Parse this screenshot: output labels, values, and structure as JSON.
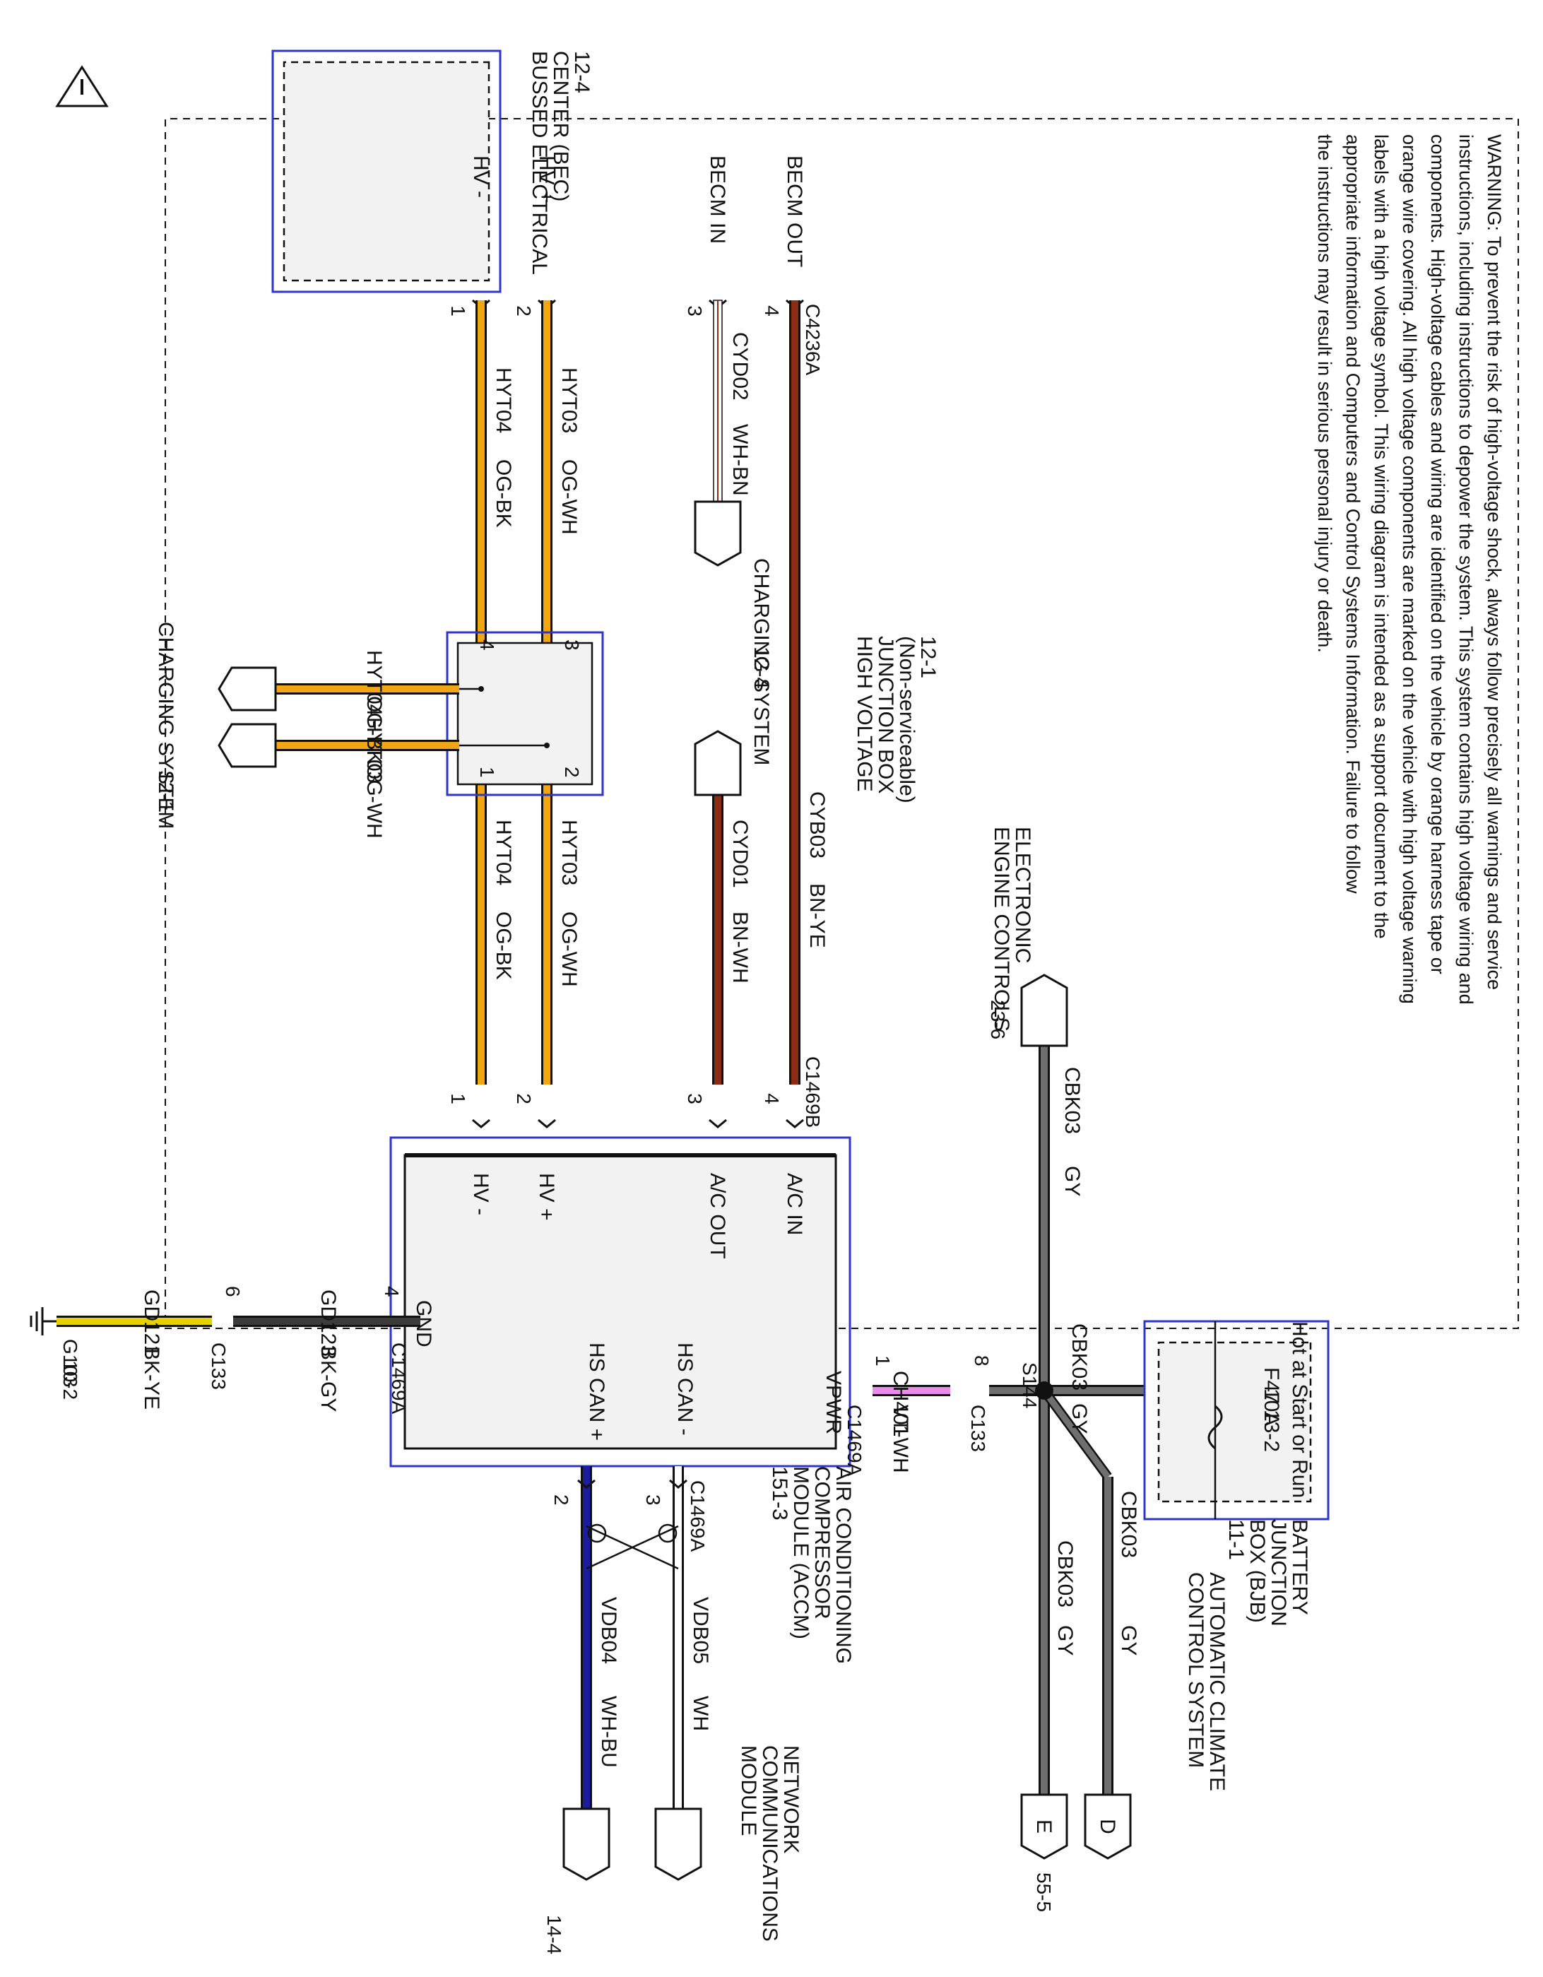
{
  "diagram": {
    "warning_lines": [
      "WARNING: To prevent the risk of high-voltage shock, always follow precisely all warnings and service",
      "instructions, including instructions to depower the system. This system contains high voltage wiring and",
      "components. High-voltage cables and wiring are identified on the vehicle by orange harness tape or",
      "orange wire covering. All high voltage components are marked on the vehicle with high voltage warning",
      "labels with a high voltage symbol. This wiring diagram is intended as a support document to the",
      "appropriate information and Computers and Control  Systems Information.  Failure to follow",
      "the instructions may result in serious personal injury or death."
    ],
    "warning_icon": "warning-triangle-icon",
    "components": {
      "bec": {
        "name_lines": [
          "BUSSED ELECTRICAL",
          "CENTER (BEC)",
          "12-4"
        ],
        "pins": [
          "BECM OUT",
          "BECM IN",
          "HV +",
          "HV -"
        ]
      },
      "hvjb": {
        "name_lines": [
          "HIGH VOLTAGE",
          "JUNCTION BOX",
          "(Non-serviceable)",
          "12-1"
        ],
        "pins": [
          "3",
          "4",
          "2",
          "1"
        ]
      },
      "accm": {
        "name_lines": [
          "AIR CONDITIONING",
          "COMPRESSOR",
          "MODULE (ACCM)",
          "151-3"
        ],
        "pins": [
          "A/C IN",
          "A/C OUT",
          "HV +",
          "HV -",
          "GND",
          "HS CAN -",
          "HS CAN +",
          "VPWR"
        ]
      },
      "bjb": {
        "name_lines": [
          "BATTERY",
          "JUNCTION",
          "BOX (BJB)",
          "11-1"
        ],
        "hot_label": "Hot at Start or Run",
        "fuse_lines": [
          "F47",
          "10A",
          "13-2"
        ]
      }
    },
    "connectors": {
      "c4236a": "C4236A",
      "c1469b": "C1469B",
      "c1469a_gnd": "C1469A",
      "c1469a_vpwr": "C1469A",
      "c1469a_can": "C1469A",
      "c133_gnd": "C133",
      "c133_vpwr": "C133",
      "s144": "S144",
      "g103_lines": [
        "G103",
        "10-2"
      ]
    },
    "pin_numbers": {
      "bec": [
        "4",
        "3",
        "2",
        "1"
      ],
      "accm": [
        "4",
        "3",
        "2",
        "1"
      ],
      "gnd": [
        "4",
        "6"
      ],
      "vpwr": [
        "1",
        "8"
      ],
      "can": [
        "3",
        "2"
      ]
    },
    "wires": {
      "cyd02": {
        "circuit": "CYD02",
        "color": "WH-BN"
      },
      "cyb03": {
        "circuit": "CYB03",
        "color": "BN-YE"
      },
      "cyd01": {
        "circuit": "CYD01",
        "color": "BN-WH"
      },
      "hyt03_left": {
        "circuit": "HYT03",
        "color": "OG-WH"
      },
      "hyt04_left": {
        "circuit": "HYT04",
        "color": "OG-BK"
      },
      "hyt03_right": {
        "circuit": "HYT03",
        "color": "OG-WH"
      },
      "hyt04_right": {
        "circuit": "HYT04",
        "color": "OG-BK"
      },
      "hyt04_out": {
        "circuit": "HYT04",
        "color": "OG-BK"
      },
      "hyt03_out": {
        "circuit": "HYT03",
        "color": "OG-WH"
      },
      "gd123": {
        "circuit": "GD123",
        "color": "BK-GY"
      },
      "gd121": {
        "circuit": "GD121",
        "color": "BK-YE"
      },
      "ch401": {
        "circuit": "CH401",
        "color": "VT-WH"
      },
      "cbk03_top": {
        "circuit": "CBK03",
        "color": "GY"
      },
      "cbk03_bjb": {
        "circuit": "CBK03",
        "color": "GY"
      },
      "cbk03_d": {
        "circuit": "CBK03",
        "color": "GY"
      },
      "cbk03_e": {
        "circuit": "CBK03",
        "color": "GY"
      },
      "vdb05": {
        "circuit": "VDB05",
        "color": "WH"
      },
      "vdb04": {
        "circuit": "VDB04",
        "color": "WH-BU"
      }
    },
    "references": {
      "charging_a": {
        "lines": [
          "CHARGING SYSTEM",
          "12-4"
        ]
      },
      "charging_b": {
        "lines": [
          "CHARGING SYSTEM",
          "12-1"
        ]
      },
      "eec": {
        "lines": [
          "ELECTRONIC",
          "ENGINE CONTROLS",
          "23-6"
        ]
      },
      "acc": {
        "lines": [
          "AUTOMATIC CLIMATE",
          "CONTROL SYSTEM"
        ],
        "page": "55-5",
        "letters": [
          "D",
          "E"
        ]
      },
      "mcn": {
        "lines": [
          "MODULE",
          "COMMUNICATIONS",
          "NETWORK"
        ],
        "page": "14-4"
      }
    },
    "wire_colors": {
      "orange": "#f2a614",
      "brown": "#8b2c14",
      "yellow": "#e6d200",
      "gray": "#6f6f6f",
      "dark_gray": "#3c3c3c",
      "violet": "#e98be8",
      "blue": "#1c1c9c",
      "box_blue": "#2d36c8",
      "box_fill": "#f2f2f2"
    }
  }
}
